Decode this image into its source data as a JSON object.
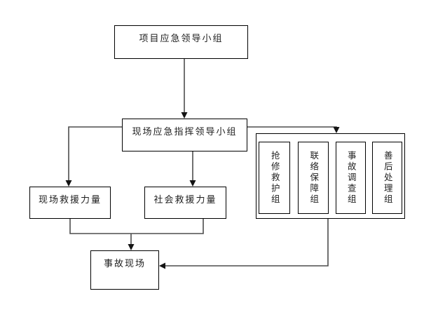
{
  "diagram": {
    "type": "flowchart",
    "background_color": "#ffffff",
    "box_border_color": "#000000",
    "connector_color": "#4d4d4d",
    "text_color": "#1f1f1f",
    "nodes": {
      "project_leadership": {
        "label": "项目应急领导小组"
      },
      "site_command": {
        "label": "现场应急指挥领导小组"
      },
      "onsite_rescue": {
        "label": "现场救援力量"
      },
      "social_rescue": {
        "label": "社会救援力量"
      },
      "repair_rescue_team": {
        "label": "抢修救护组",
        "orientation": "vertical"
      },
      "liaison_support_team": {
        "label": "联络保障组",
        "orientation": "vertical"
      },
      "accident_investigation_team": {
        "label": "事故调查组",
        "orientation": "vertical"
      },
      "aftermath_handling_team": {
        "label": "善后处理组",
        "orientation": "vertical"
      },
      "accident_scene": {
        "label": "事故现场"
      }
    },
    "edges": [
      {
        "from": "project_leadership",
        "to": "site_command",
        "arrow": "down"
      },
      {
        "from": "site_command",
        "to": "onsite_rescue",
        "arrow": "down"
      },
      {
        "from": "site_command",
        "to": "social_rescue",
        "arrow": "down"
      },
      {
        "from": "site_command",
        "to": "task_group_panel",
        "arrow": "down"
      },
      {
        "from": "onsite_rescue",
        "to": "accident_scene",
        "arrow": "down",
        "note": "merges with social_rescue"
      },
      {
        "from": "social_rescue",
        "to": "accident_scene",
        "arrow": "down",
        "note": "merges with onsite_rescue"
      },
      {
        "from": "task_group_panel",
        "to": "accident_scene",
        "arrow": "left"
      }
    ]
  }
}
